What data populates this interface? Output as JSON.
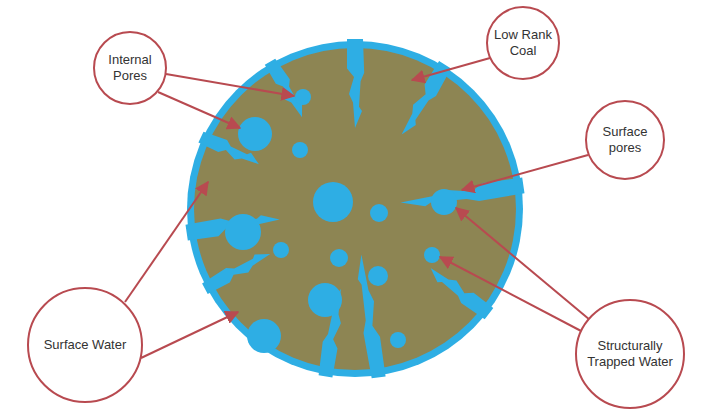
{
  "diagram": {
    "nodes": [
      {
        "text": [
          "Internal Pores"
        ]
      },
      {
        "text": [
          "Low Rank Coal"
        ]
      },
      {
        "text": [
          "Surface pores"
        ]
      },
      {
        "text": [
          "Surface Water"
        ]
      },
      {
        "text": [
          "Structurally Trapped Water"
        ]
      }
    ]
  }
}
